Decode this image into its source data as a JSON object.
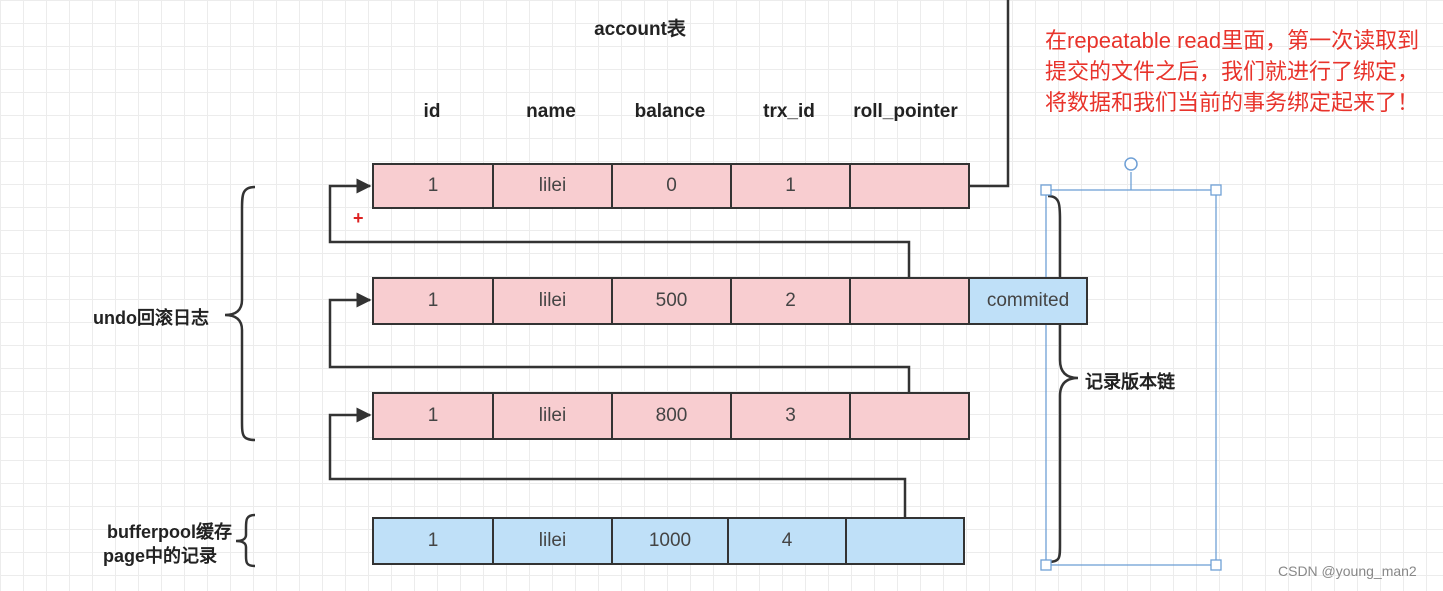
{
  "title": "account表",
  "columns": [
    "id",
    "name",
    "balance",
    "trx_id",
    "roll_pointer"
  ],
  "rows": [
    {
      "id": "1",
      "name": "lilei",
      "balance": "0",
      "trx_id": "1",
      "roll_pointer": ""
    },
    {
      "id": "1",
      "name": "lilei",
      "balance": "500",
      "trx_id": "2",
      "roll_pointer": ""
    },
    {
      "id": "1",
      "name": "lilei",
      "balance": "800",
      "trx_id": "3",
      "roll_pointer": ""
    },
    {
      "id": "1",
      "name": "lilei",
      "balance": "1000",
      "trx_id": "4",
      "roll_pointer": ""
    }
  ],
  "commited_label": "commited",
  "undo_label": "undo回滚日志",
  "bufferpool_label_line1": "bufferpool缓存",
  "bufferpool_label_line2": "page中的记录",
  "version_chain_label": "记录版本链",
  "note": "在repeatable read里面，第一次读取到提交的文件之后，我们就进行了绑定，将数据和我们当前的事务绑定起来了！",
  "plus": "+",
  "watermark": "CSDN @young_man2",
  "colors": {
    "row_pink": "#f8cdd0",
    "row_blue": "#bfe0f8",
    "note_red": "#e8332b"
  }
}
